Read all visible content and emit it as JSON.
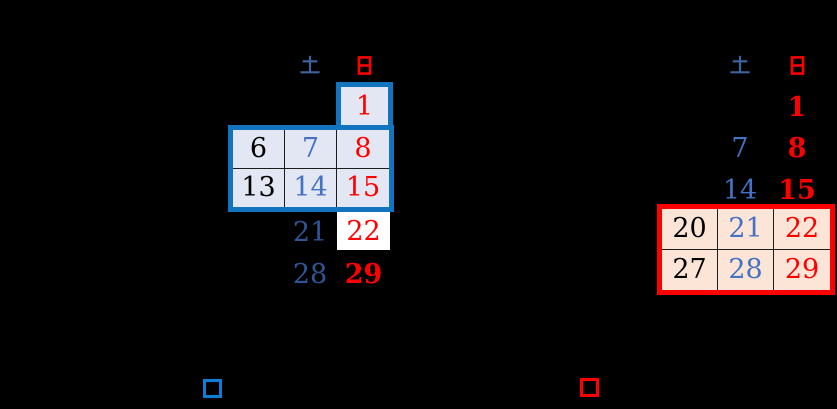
{
  "colors": {
    "background": "#000000",
    "left_border_blue": "#1273BE",
    "left_cell_fill": "#E3E7F3",
    "right_border_red": "#FF0000",
    "right_cell_fill": "#FCE5D7",
    "saturday_header_blue": "#3E639E",
    "saturday_number_blue": "#4472C4",
    "saturday_dark_blue": "#2E5596",
    "sunday_red": "#FF0000",
    "weekday_black": "#000000",
    "highlight_cell_white": "#FFFFFF",
    "blue_marker": "#0B7FD6",
    "red_marker": "#FF0000"
  },
  "left_calendar": {
    "saturday_header": "土",
    "sunday_header": "日",
    "week1_sunday": "1",
    "selected_block": {
      "rows": [
        [
          "6",
          "7",
          "8"
        ],
        [
          "13",
          "14",
          "15"
        ]
      ]
    },
    "week4_saturday": "21",
    "week4_sunday": "22",
    "week5_saturday": "28",
    "week5_sunday": "29"
  },
  "right_calendar": {
    "saturday_header": "土",
    "sunday_header": "日",
    "week1_sunday": "1",
    "week2_saturday": "7",
    "week2_sunday": "8",
    "week3_saturday": "14",
    "week3_sunday": "15",
    "selected_block": {
      "rows": [
        [
          "20",
          "21",
          "22"
        ],
        [
          "27",
          "28",
          "29"
        ]
      ]
    }
  }
}
